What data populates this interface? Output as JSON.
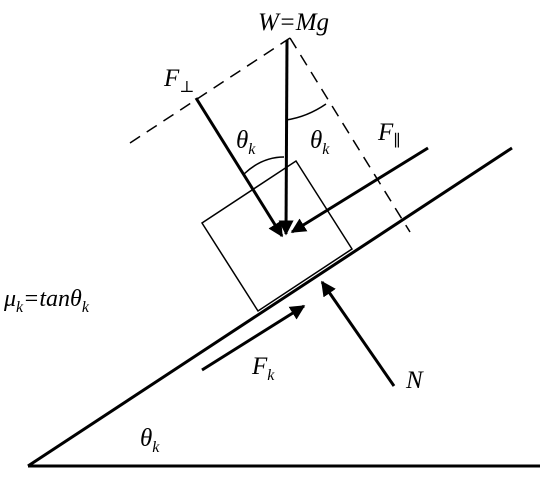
{
  "labels": {
    "weight": "W=Mg",
    "f_perp_main": "F",
    "f_perp_sub": "⊥",
    "f_par_main": "F",
    "f_par_sub": "∥",
    "theta_main": "θ",
    "theta_sub": "k",
    "friction_main": "F",
    "friction_sub": "k",
    "normal": "N",
    "mu_main": "μ",
    "mu_sub": "k",
    "mu_eq": "=tanθ",
    "mu_eq_sub": "k"
  },
  "colors": {
    "ink": "#000000",
    "background": "#ffffff"
  }
}
